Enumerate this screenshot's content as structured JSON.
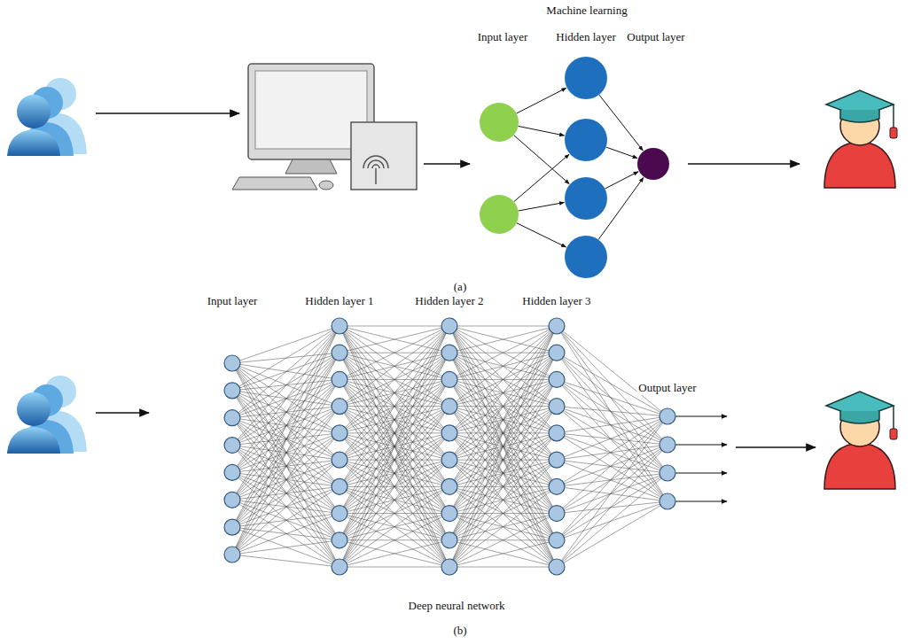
{
  "diagram": {
    "labels": [
      "Machine learning",
      "Input layer",
      "Hidden layer",
      "Output layer",
      "(a)",
      "Input layer",
      "Hidden layer 1",
      "Hidden layer 2",
      "Hidden layer 3",
      "Output layer",
      "Deep neural network",
      "(b)"
    ]
  }
}
